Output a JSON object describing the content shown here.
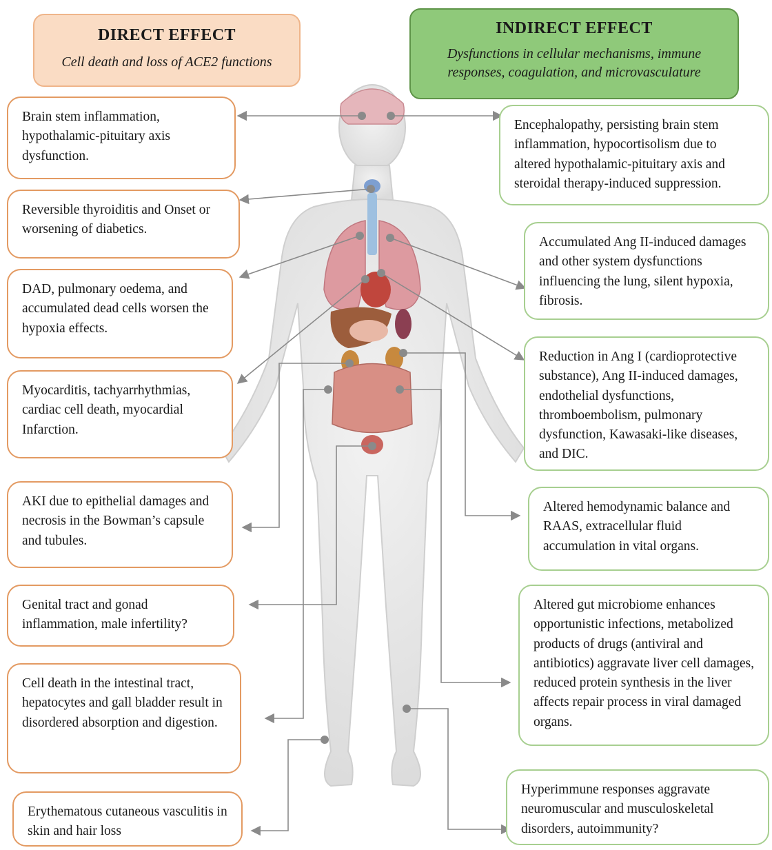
{
  "direct_header": {
    "title": "DIRECT EFFECT",
    "subtitle": "Cell death and loss of ACE2 functions"
  },
  "indirect_header": {
    "title": "INDIRECT EFFECT",
    "subtitle": "Dysfunctions in cellular mechanisms, immune responses, coagulation, and microvasculature"
  },
  "direct_effects": [
    "Brain stem inflammation, hypothalamic-pituitary axis dysfunction.",
    "Reversible thyroiditis and Onset or worsening of diabetics.",
    "DAD, pulmonary oedema, and accumulated dead cells worsen the hypoxia effects.",
    "Myocarditis, tachyarrhythmias, cardiac cell death, myocardial Infarction.",
    "AKI due to epithelial damages and necrosis in the Bowman’s capsule and tubules.",
    "Genital tract and gonad inflammation, male infertility?",
    "Cell death in the intestinal tract, hepatocytes and gall bladder result in disordered absorption and digestion.",
    "Erythematous cutaneous vasculitis in skin and hair loss"
  ],
  "indirect_effects": [
    "Encephalopathy, persisting brain stem inflammation, hypocortisolism due to altered hypothalamic-pituitary axis and steroidal therapy-induced suppression.",
    "Accumulated Ang II-induced damages and other system dysfunctions influencing the lung, silent hypoxia, fibrosis.",
    "Reduction in Ang I (cardioprotective substance), Ang II-induced damages, endothelial dysfunctions, thromboembolism, pulmonary dysfunction, Kawasaki-like diseases, and DIC.",
    "Altered hemodynamic balance and RAAS, extracellular fluid accumulation in vital organs.",
    "Altered gut microbiome enhances opportunistic infections, metabolized products of drugs (antiviral and antibiotics) aggravate liver cell damages, reduced protein synthesis in the liver affects repair process in viral damaged organs.",
    "Hyperimmune responses aggravate neuromuscular and musculoskeletal disorders, autoimmunity?"
  ],
  "colors": {
    "direct_border": "#e39a62",
    "direct_header_fill": "#fadcc4",
    "indirect_border": "#a7cf90",
    "indirect_header_fill": "#8fc97a",
    "connector": "#8a8a8a",
    "marker": "#8a8a8a"
  },
  "illustration": "human-body-organs"
}
